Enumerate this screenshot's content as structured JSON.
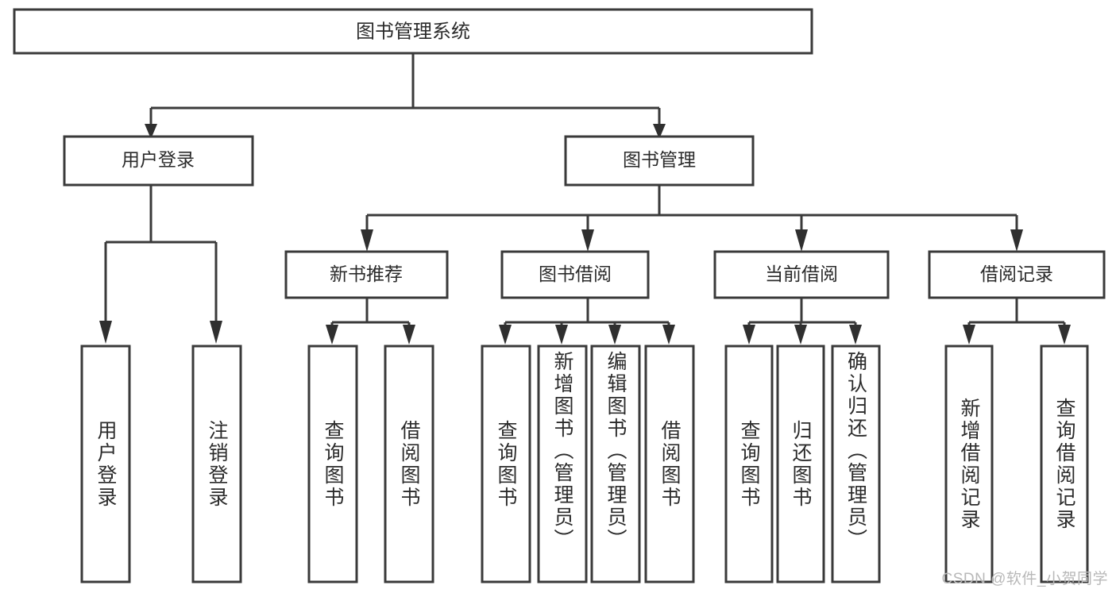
{
  "diagram": {
    "title": "图书管理系统",
    "type": "tree-hierarchy-diagram",
    "colors": {
      "background": "#ffffff",
      "box_fill": "#ffffff",
      "box_stroke": "#3a3a3a",
      "text": "#2b2b2b",
      "watermark": "#b8b8b8"
    },
    "root": {
      "label": "图书管理系统"
    },
    "level2": [
      {
        "label": "用户登录"
      },
      {
        "label": "图书管理"
      }
    ],
    "level3": [
      {
        "label": "新书推荐"
      },
      {
        "label": "图书借阅"
      },
      {
        "label": "当前借阅"
      },
      {
        "label": "借阅记录"
      }
    ],
    "leaves": {
      "user_login": [
        {
          "label": "用户登录"
        },
        {
          "label": "注销登录"
        }
      ],
      "new_book_recommend": [
        {
          "label": "查询图书"
        },
        {
          "label": "借阅图书"
        }
      ],
      "book_borrow": [
        {
          "label": "查询图书"
        },
        {
          "label": "新增图书（管理员）"
        },
        {
          "label": "编辑图书（管理员）"
        },
        {
          "label": "借阅图书"
        }
      ],
      "current_borrow": [
        {
          "label": "查询图书"
        },
        {
          "label": "归还图书"
        },
        {
          "label": "确认归还（管理员）"
        }
      ],
      "borrow_record": [
        {
          "label": "新增借阅记录"
        },
        {
          "label": "查询借阅记录"
        }
      ]
    }
  },
  "watermark": {
    "text": "CSDN @软件_小贺同学"
  }
}
